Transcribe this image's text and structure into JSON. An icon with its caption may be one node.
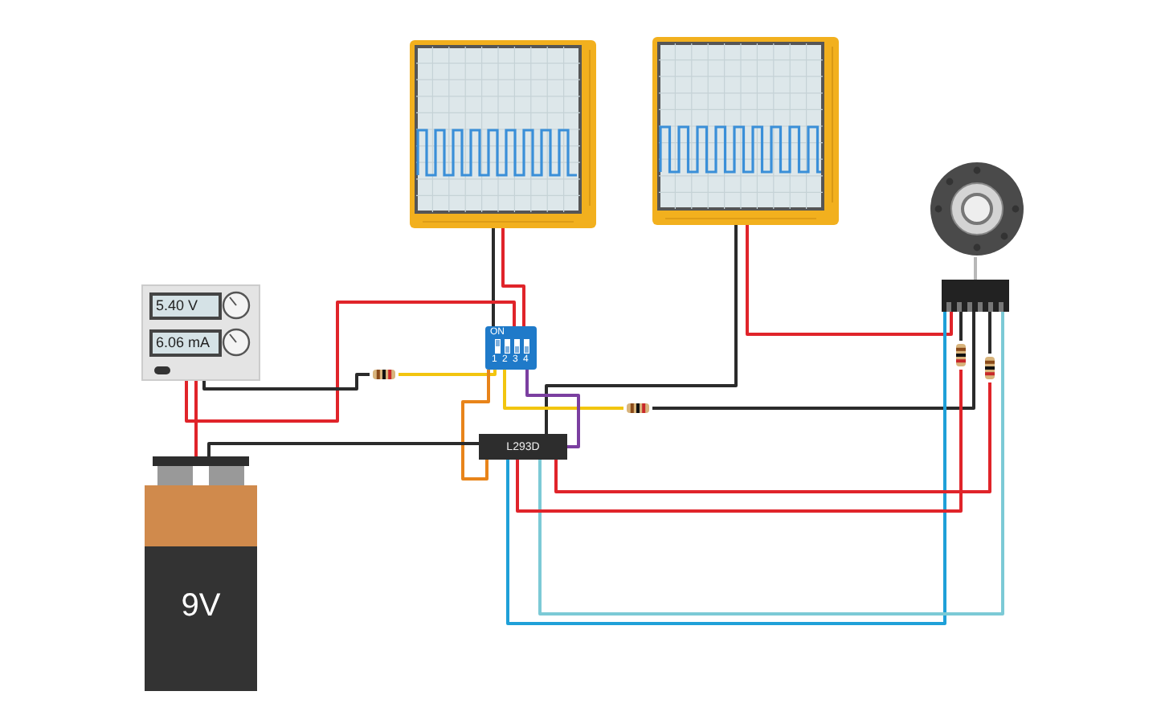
{
  "diagram": {
    "nodes": [
      {
        "text": [],
        "shape": "picture"
      },
      {
        "text": [],
        "shape": "picture"
      },
      {
        "text": [
          "5.40 V",
          "6.06 mA"
        ]
      },
      {
        "text": [
          "ON",
          "1",
          "2",
          "3",
          "4"
        ]
      },
      {
        "text": [],
        "shape": "resistor"
      },
      {
        "text": [],
        "shape": "resistor"
      },
      {
        "text": [
          "L293D"
        ]
      },
      {
        "text": [
          "9V"
        ]
      },
      {
        "text": [],
        "shape": "picture"
      },
      {
        "text": [],
        "shape": "box"
      },
      {
        "text": [],
        "shape": "resistor"
      },
      {
        "text": [],
        "shape": "resistor"
      }
    ],
    "edges": [
      {
        "from": 0,
        "to": 3,
        "arrow": "none"
      },
      {
        "from": 0,
        "to": 3,
        "arrow": "none",
        "color": "#e0242a"
      },
      {
        "from": 1,
        "to": 6,
        "arrow": "none"
      },
      {
        "from": 1,
        "to": 9,
        "arrow": "none",
        "color": "#e0242a"
      },
      {
        "from": 2,
        "to": 3,
        "arrow": "none",
        "color": "#e0242a"
      },
      {
        "from": 2,
        "to": 4,
        "arrow": "none"
      },
      {
        "from": 4,
        "to": 3,
        "arrow": "none",
        "color": "#f2c50f"
      },
      {
        "from": 3,
        "to": 5,
        "arrow": "none",
        "color": "#f2c50f"
      },
      {
        "from": 5,
        "to": 9,
        "arrow": "none"
      },
      {
        "from": 3,
        "to": 6,
        "arrow": "none",
        "color": "#e8841a"
      },
      {
        "from": 3,
        "to": 6,
        "arrow": "none",
        "color": "#7b3fa0"
      },
      {
        "from": 6,
        "to": 9,
        "arrow": "none",
        "color": "#1fa0d8"
      },
      {
        "from": 6,
        "to": 9,
        "arrow": "none",
        "color": "#7ccad6"
      },
      {
        "from": 6,
        "to": 10,
        "arrow": "none",
        "color": "#e0242a"
      },
      {
        "from": 10,
        "to": 9,
        "arrow": "none"
      },
      {
        "from": 11,
        "to": 9,
        "arrow": "none"
      },
      {
        "from": 6,
        "to": 11,
        "arrow": "none",
        "color": "#e0242a"
      },
      {
        "from": 7,
        "to": 6,
        "arrow": "none"
      },
      {
        "from": 7,
        "to": 2,
        "arrow": "none",
        "color": "#e0242a"
      },
      {
        "from": 8,
        "to": 9,
        "arrow": "none",
        "color": "#b8b8b8"
      }
    ]
  }
}
